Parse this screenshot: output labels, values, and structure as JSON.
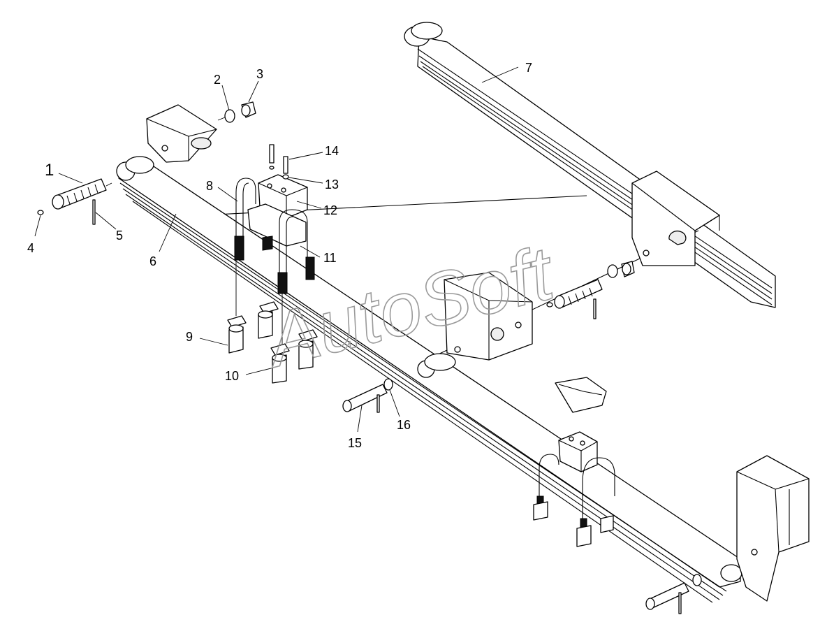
{
  "watermark": "AutoSoft",
  "callouts": [
    {
      "id": "1",
      "label": "1"
    },
    {
      "id": "2",
      "label": "2"
    },
    {
      "id": "3",
      "label": "3"
    },
    {
      "id": "4",
      "label": "4"
    },
    {
      "id": "5",
      "label": "5"
    },
    {
      "id": "6",
      "label": "6"
    },
    {
      "id": "7",
      "label": "7"
    },
    {
      "id": "8",
      "label": "8"
    },
    {
      "id": "9",
      "label": "9"
    },
    {
      "id": "10",
      "label": "10"
    },
    {
      "id": "11",
      "label": "11"
    },
    {
      "id": "12",
      "label": "12"
    },
    {
      "id": "13",
      "label": "13"
    },
    {
      "id": "14",
      "label": "14"
    },
    {
      "id": "15",
      "label": "15"
    },
    {
      "id": "16",
      "label": "16"
    }
  ],
  "colors": {
    "line": "#000000",
    "background": "#ffffff",
    "watermark": "#9a9a9a"
  }
}
